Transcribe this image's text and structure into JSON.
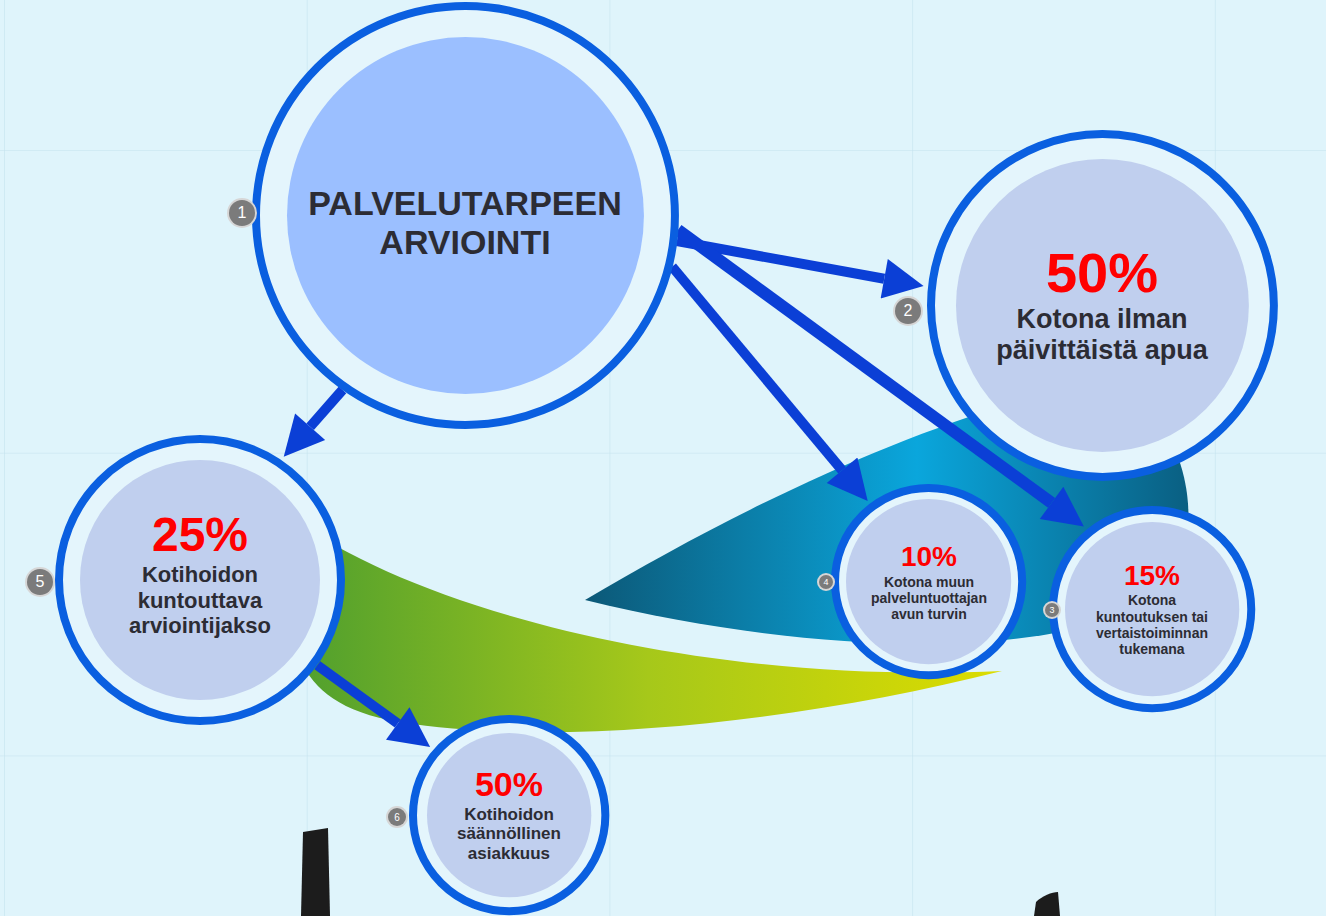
{
  "diagram": {
    "nodes": [
      {
        "text": [
          "PALVELUTARPEEN ARVIOINTI"
        ]
      },
      {
        "text": [
          "50%",
          "Kotona ilman päivittäistä apua"
        ]
      },
      {
        "text": [
          "25%",
          "Kotihoidon kuntouttava arviointijakso"
        ]
      },
      {
        "text": [
          "10%",
          "Kotona muun palveluntuottajan avun turvin"
        ]
      },
      {
        "text": [
          "15%",
          "Kotona kuntoutuksen tai vertaistoiminnan tukemana"
        ]
      },
      {
        "text": [
          "50%",
          "Kotihoidon säännöllinen asiakkuus"
        ]
      }
    ],
    "edges": [
      {
        "from": 0,
        "to": 1,
        "arrow": "to"
      },
      {
        "from": 0,
        "to": 3,
        "arrow": "to"
      },
      {
        "from": 0,
        "to": 4,
        "arrow": "to"
      },
      {
        "from": 0,
        "to": 2,
        "arrow": "to"
      },
      {
        "from": 2,
        "to": 5,
        "arrow": "to"
      }
    ],
    "labels": [
      "1",
      "2",
      "5",
      "4",
      "3",
      "6"
    ]
  }
}
